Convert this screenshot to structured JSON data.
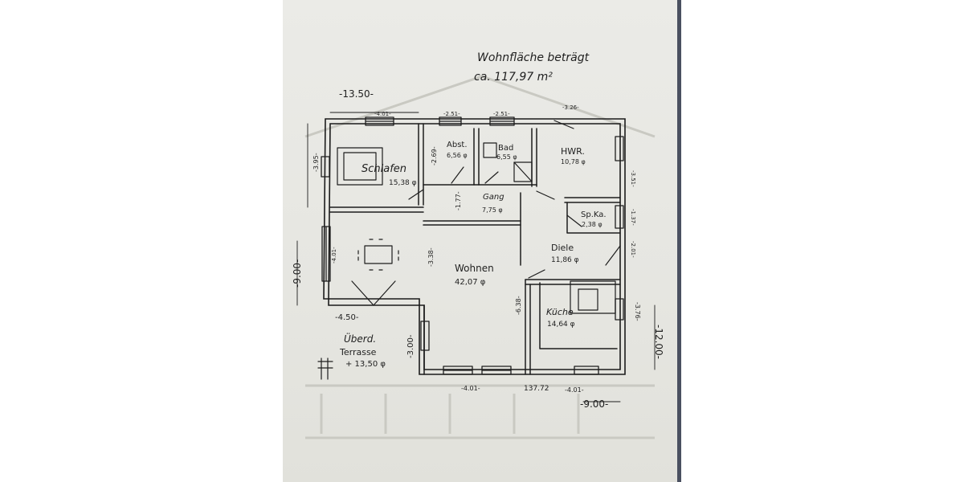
{
  "header": {
    "line1": "Wohnfläche beträgt",
    "line2": "ca.   117,97 m²"
  },
  "dimensions": {
    "top_total": "-13.50-",
    "top_schlafen": "-4.01-",
    "top_abst": "-2.51-",
    "top_bad": "-2.51-",
    "top_hwr": "-3.26-",
    "left_schlafen": "-3.95-",
    "left_total": "-9.00-",
    "left_wohnen": "-4.01-",
    "left_bottom": "-4.50-",
    "abst_height": "-2.69-",
    "gang_dim": "-1.77-",
    "wohnen_inner": "-3.38-",
    "kueche_left": "-6.38-",
    "terrasse_dim": "-3.00-",
    "right_hwr": "-3.51-",
    "right_spka": "-1.37-",
    "right_diele": "-2.01-",
    "right_kueche": "-3.76-",
    "right_total": "-12.00-",
    "bottom_left": "-4.01-",
    "bottom_mid": "137.72",
    "bottom_right": "-4.01-",
    "bottom_total": "-9.00-"
  },
  "rooms": [
    {
      "name": "Schlafen",
      "area": "15,38 φ"
    },
    {
      "name": "Abst.",
      "area": "6,56 φ"
    },
    {
      "name": "Bad",
      "area": "6,55 φ"
    },
    {
      "name": "HWR.",
      "area": "10,78 φ"
    },
    {
      "name": "Gang",
      "area": "7,75 φ"
    },
    {
      "name": "Sp.Ka.",
      "area": "2,38 φ"
    },
    {
      "name": "Diele",
      "area": "11,86 φ"
    },
    {
      "name": "Wohnen",
      "area": "42,07 φ"
    },
    {
      "name": "Küche",
      "area": "14,64 φ"
    }
  ],
  "terrace": {
    "line1": "Überd.",
    "line2": "Terrasse",
    "line3": "+ 13,50 φ"
  }
}
